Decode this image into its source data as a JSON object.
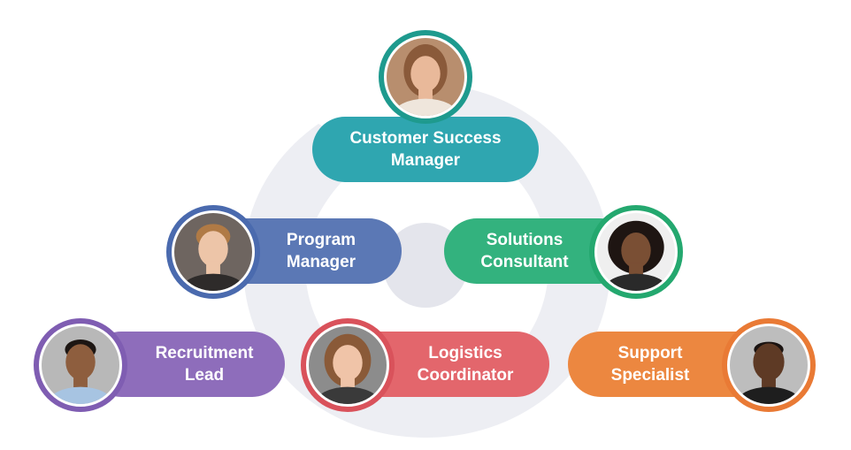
{
  "roles": [
    {
      "id": "customer-success-manager",
      "label": "Customer Success\nManager",
      "color": "#2FA6B0",
      "ring": "#1E9A8E",
      "skin": "#E9B99A",
      "hair": "#8A5A3A",
      "bg": "#B88E6E"
    },
    {
      "id": "program-manager",
      "label": "Program\nManager",
      "color": "#5B78B5",
      "ring": "#4A6AAE",
      "skin": "#EDC5A8",
      "hair": "#B07A45",
      "bg": "#6E6560"
    },
    {
      "id": "solutions-consultant",
      "label": "Solutions\nConsultant",
      "color": "#33B27E",
      "ring": "#24A86F",
      "skin": "#7A4F34",
      "hair": "#1E1512",
      "bg": "#EFEFEF"
    },
    {
      "id": "recruitment-lead",
      "label": "Recruitment\nLead",
      "color": "#8E6DBB",
      "ring": "#7F5DB2",
      "skin": "#8E5E3E",
      "hair": "#1D1613",
      "bg": "#B8B8B8"
    },
    {
      "id": "logistics-coordinator",
      "label": "Logistics\nCoordinator",
      "color": "#E3666C",
      "ring": "#D9525B",
      "skin": "#F0C4A8",
      "hair": "#8A5A38",
      "bg": "#8C8C8C"
    },
    {
      "id": "support-specialist",
      "label": "Support\nSpecialist",
      "color": "#EC8740",
      "ring": "#E97A35",
      "skin": "#5E3A25",
      "hair": "#1A1311",
      "bg": "#BDBDBD"
    }
  ]
}
